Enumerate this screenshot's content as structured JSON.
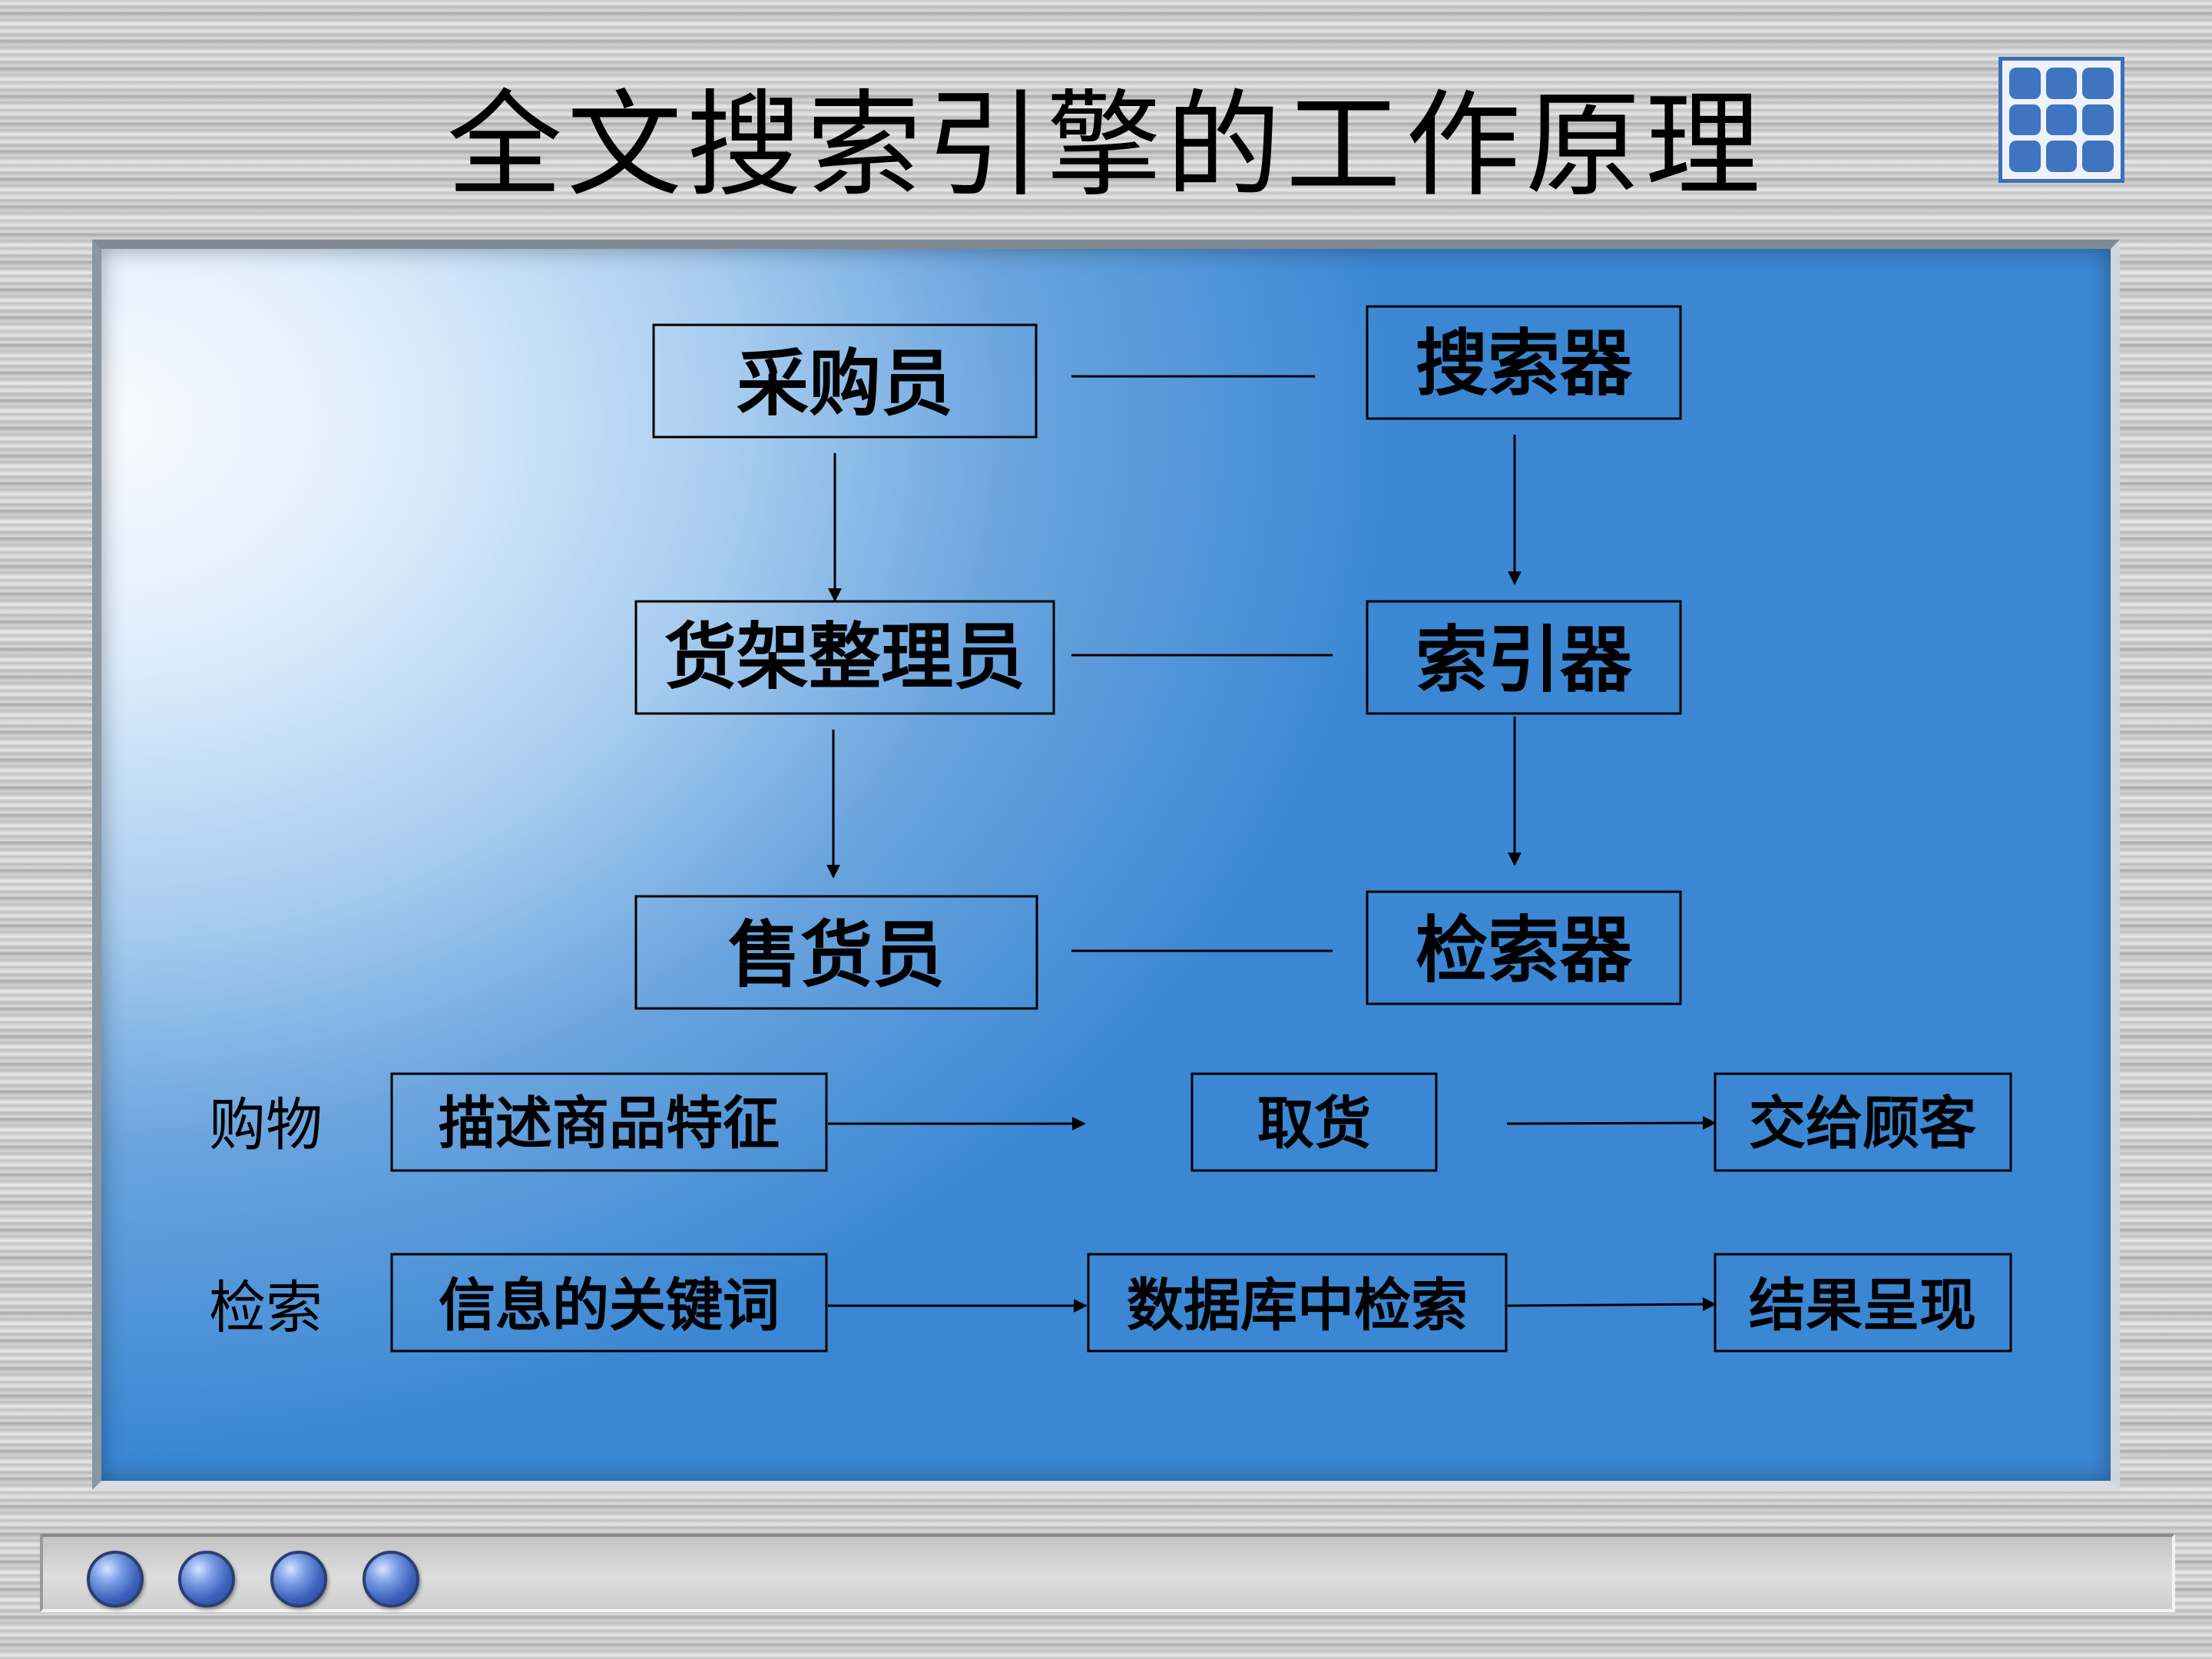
{
  "slide": {
    "title": "全文搜索引擎的工作原理"
  },
  "diagram": {
    "left_column": [
      "采购员",
      "货架整理员",
      "售货员"
    ],
    "right_column": [
      "搜索器",
      "索引器",
      "检索器"
    ],
    "shopping": {
      "label": "购物",
      "steps": [
        "描述商品特征",
        "取货",
        "交给顾客"
      ]
    },
    "retrieval": {
      "label": "检索",
      "steps": [
        "信息的关键词",
        "数据库中检索",
        "结果呈现"
      ]
    }
  },
  "icons": {
    "menu": "grid-icon",
    "nav_buttons": 4
  },
  "colors": {
    "panel_blue": "#3b87d3",
    "panel_light": "#f8fbff",
    "grid_icon": "#3f74c0",
    "nav_dot": "#3e63bd"
  }
}
